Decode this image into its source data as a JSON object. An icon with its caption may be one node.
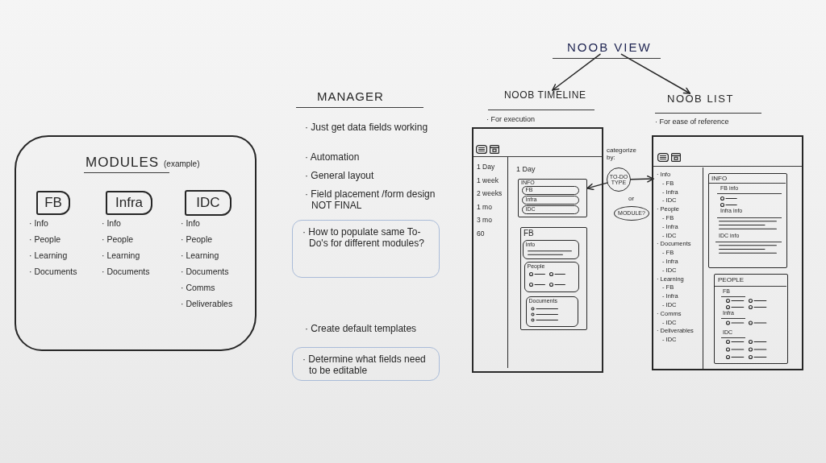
{
  "diagram": {
    "nodes": [
      {
        "text": [
          "MODULES",
          "(example)"
        ]
      },
      {
        "text": [
          "FB"
        ],
        "in": 0,
        "beside": [
          "· Info",
          "· People",
          "· Learning",
          "· Documents"
        ]
      },
      {
        "text": [
          "Infra"
        ],
        "in": 0,
        "beside": [
          "· Info",
          "· People",
          "· Learning",
          "· Documents"
        ]
      },
      {
        "text": [
          "IDC"
        ],
        "in": 0,
        "beside": [
          "· Info",
          "· People",
          "· Learning",
          "· Documents",
          "· Comms",
          "· Deliverables"
        ]
      },
      {
        "text": [
          "· How to populate same To-Do's for different modules?"
        ]
      },
      {
        "text": [
          "· Determine what fields need to be editable"
        ]
      },
      {
        "text": [
          "NOOB VIEW"
        ]
      },
      {
        "text": [
          "NOOB TIMELINE"
        ],
        "beside": [
          "· For execution"
        ]
      },
      {
        "text": [
          "1 Day"
        ]
      },
      {
        "text": [
          "1 Day",
          "1 week",
          "2 weeks",
          "1 mo",
          "3 mo",
          "60"
        ],
        "in": 8
      },
      {
        "text": [
          "INFO"
        ],
        "in": 8
      },
      {
        "text": [
          "FB"
        ],
        "in": 10
      },
      {
        "text": [
          "Infra"
        ],
        "in": 10
      },
      {
        "text": [
          "IDC"
        ],
        "in": 10
      },
      {
        "text": [
          "FB"
        ],
        "in": 8
      },
      {
        "text": [
          "Info"
        ],
        "in": 14
      },
      {
        "text": [
          "People"
        ],
        "in": 14
      },
      {
        "text": [
          "Documents"
        ],
        "in": 14
      },
      {
        "text": [
          "TO-DO TYPE"
        ],
        "beside": [
          "categorize by:"
        ]
      },
      {
        "text": [
          "MODULE?"
        ]
      },
      {
        "text": [
          "NOOB LIST"
        ],
        "beside": [
          "· For ease of reference"
        ]
      },
      {
        "text": [],
        "shape": "box"
      },
      {
        "text": [
          "· Info",
          "- FB",
          "- Infra",
          "- IDC",
          "· People",
          "- FB",
          "- Infra",
          "- IDC",
          "· Documents",
          "- FB",
          "- Infra",
          "- IDC",
          "· Learning",
          "- FB",
          "- Infra",
          "- IDC",
          "· Comms",
          "- IDC",
          "· Deliverables",
          "- IDC"
        ],
        "in": 21
      },
      {
        "text": [
          "INFO",
          "FB info",
          "Infra info",
          "IDC info"
        ],
        "in": 21
      },
      {
        "text": [
          "PEOPLE",
          "FB",
          "Infra",
          "IDC"
        ],
        "in": 21
      }
    ],
    "edges": [
      {
        "from": 6,
        "to": 7,
        "arrow": "to"
      },
      {
        "from": 6,
        "to": 20,
        "arrow": "to"
      },
      {
        "from": 18,
        "to": 10,
        "arrow": "to"
      },
      {
        "from": 18,
        "to": 22,
        "arrow": "to"
      }
    ],
    "labels": [
      "MANAGER",
      "· Just get data fields working",
      "· Automation",
      "· General layout",
      "· Field placement /form design NOT FINAL",
      "· Create default templates",
      "or"
    ]
  }
}
